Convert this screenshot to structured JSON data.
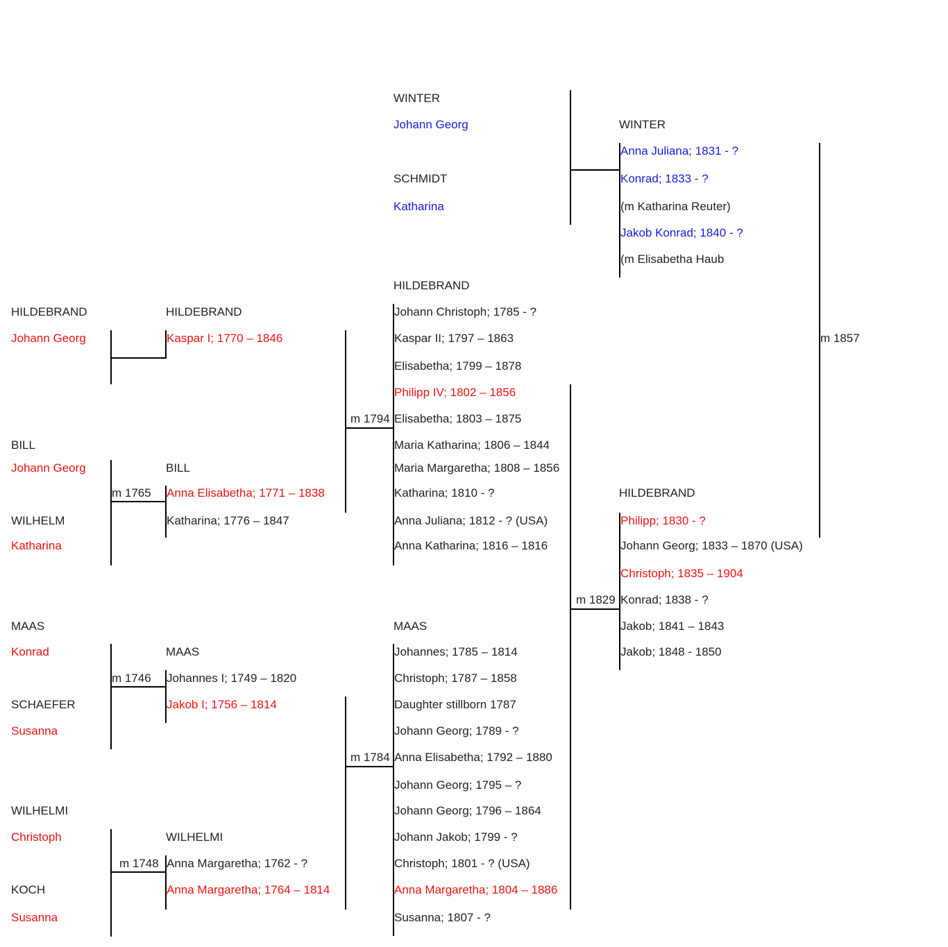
{
  "colors": {
    "text": "#222222",
    "direct_ancestor": "#ee1111",
    "winter_family": "#1a1ad8",
    "line": "#000000"
  },
  "col1": {
    "hildebrand_surname": "HILDEBRAND",
    "hildebrand_given": "Johann Georg",
    "bill_surname": "BILL",
    "bill_given": "Johann Georg",
    "wilhelm_surname": "WILHELM",
    "wilhelm_given": "Katharina",
    "maas_surname": "MAAS",
    "maas_given": "Konrad",
    "schaefer_surname": "SCHAEFER",
    "schaefer_given": "Susanna",
    "wilhelmi_surname": "WILHELMI",
    "wilhelmi_given": "Christoph",
    "koch_surname": "KOCH",
    "koch_given": "Susanna"
  },
  "col2": {
    "hildebrand_header": "HILDEBRAND",
    "hildebrand_children": [
      "Kaspar I; 1770 – 1846"
    ],
    "bill_marriage": "m 1765",
    "bill_header": "BILL",
    "bill_children": [
      "Anna Elisabetha; 1771 – 1838",
      "Katharina; 1776 – 1847"
    ],
    "maas_marriage": "m 1746",
    "maas_header": "MAAS",
    "maas_children": [
      "Johannes I; 1749 – 1820",
      "Jakob I; 1756 – 1814"
    ],
    "wilhelmi_marriage": "m 1748",
    "wilhelmi_header": "WILHELMI",
    "wilhelmi_children": [
      "Anna Margaretha; 1762 - ?",
      "Anna Margaretha; 1764 – 1814"
    ]
  },
  "col3": {
    "winter_surname": "WINTER",
    "winter_given": "Johann Georg",
    "schmidt_surname": "SCHMIDT",
    "schmidt_given": "Katharina",
    "hildebrand_marriage": "m 1794",
    "hildebrand_header": "HILDEBRAND",
    "hildebrand_children": [
      "Johann Christoph; 1785 - ?",
      "Kaspar II; 1797 – 1863",
      "Elisabetha; 1799 – 1878",
      "Philipp IV; 1802 – 1856",
      "Elisabetha; 1803 – 1875",
      "Maria Katharina; 1806 – 1844",
      "Maria Margaretha; 1808 – 1856",
      "Katharina; 1810 - ?",
      "Anna Juliana; 1812 - ? (USA)",
      "Anna Katharina; 1816 – 1816"
    ],
    "maas_marriage": "m 1784",
    "maas_header": "MAAS",
    "maas_children": [
      "Johannes; 1785 – 1814",
      "Christoph; 1787 – 1858",
      "Daughter stillborn 1787",
      "Johann Georg; 1789 - ?",
      "Anna Elisabetha; 1792 – 1880",
      "Johann Georg; 1795 – ?",
      "Johann Georg; 1796 – 1864",
      "Johann Jakob; 1799 - ?",
      "Christoph; 1801 - ? (USA)",
      "Anna Margaretha; 1804 – 1886",
      "Susanna; 1807 - ?"
    ]
  },
  "col4": {
    "winter_header": "WINTER",
    "winter_children": [
      "Anna Juliana; 1831 - ?",
      "Konrad; 1833 - ?",
      "(m Katharina Reuter)",
      "Jakob Konrad; 1840 - ?",
      "(m Elisabetha Haub"
    ],
    "hildebrand_marriage": "m 1829",
    "hildebrand_header": "HILDEBRAND",
    "hildebrand_children": [
      "Philipp; 1830 - ?",
      "Johann Georg; 1833 – 1870 (USA)",
      "Christoph; 1835 – 1904",
      "Konrad; 1838 - ?",
      "Jakob; 1841 – 1843",
      "Jakob; 1848 - 1850"
    ]
  },
  "col5": {
    "final_marriage": "m 1857"
  }
}
